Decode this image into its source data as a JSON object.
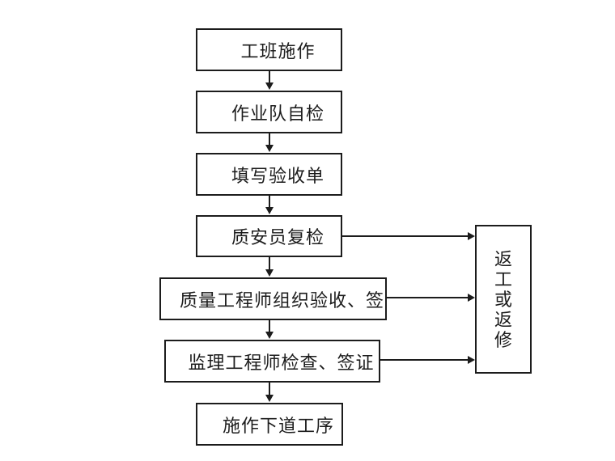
{
  "diagram": {
    "title": "construction-quality-inspection-flowchart",
    "colors": {
      "line": "#1c1c1c",
      "background": "#ffffff"
    },
    "nodes": [
      {
        "id": "crew-construction",
        "label": "工班施作"
      },
      {
        "id": "team-self-inspection",
        "label": "作业队自检"
      },
      {
        "id": "fill-acceptance-form",
        "label": "填写验收单"
      },
      {
        "id": "quality-safety-recheck",
        "label": "质安员复检"
      },
      {
        "id": "quality-engineer-acceptance",
        "label": "质量工程师组织验收、签"
      },
      {
        "id": "supervising-engineer-check",
        "label": "监理工程师检查、签证"
      },
      {
        "id": "next-process",
        "label": "施作下道工序"
      }
    ],
    "side_node": {
      "id": "rework-or-repair",
      "label": "返工或返修"
    },
    "edges": [
      {
        "from": "crew-construction",
        "to": "team-self-inspection",
        "direction": "down"
      },
      {
        "from": "team-self-inspection",
        "to": "fill-acceptance-form",
        "direction": "down"
      },
      {
        "from": "fill-acceptance-form",
        "to": "quality-safety-recheck",
        "direction": "down"
      },
      {
        "from": "quality-safety-recheck",
        "to": "quality-engineer-acceptance",
        "direction": "down"
      },
      {
        "from": "quality-engineer-acceptance",
        "to": "supervising-engineer-check",
        "direction": "down"
      },
      {
        "from": "supervising-engineer-check",
        "to": "next-process",
        "direction": "down"
      },
      {
        "from": "quality-safety-recheck",
        "to": "rework-or-repair",
        "direction": "right"
      },
      {
        "from": "quality-engineer-acceptance",
        "to": "rework-or-repair",
        "direction": "right"
      },
      {
        "from": "supervising-engineer-check",
        "to": "rework-or-repair",
        "direction": "right"
      }
    ]
  }
}
